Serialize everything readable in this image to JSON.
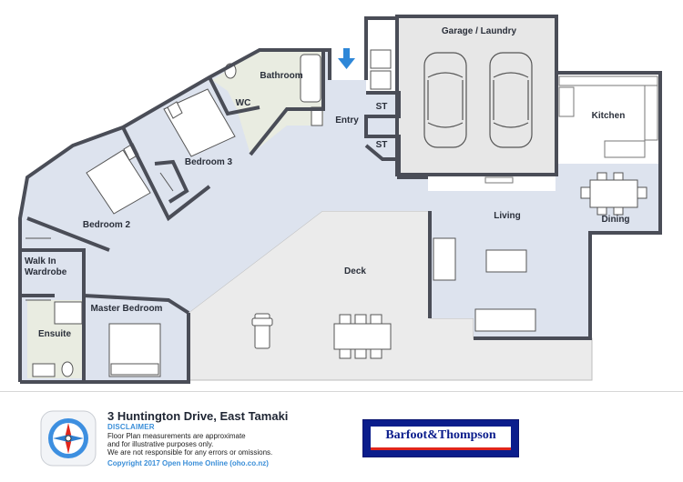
{
  "rooms": {
    "garage_laundry": "Garage / Laundry",
    "bathroom": "Bathroom",
    "wc": "WC",
    "entry": "Entry",
    "st1": "ST",
    "st2": "ST",
    "kitchen": "Kitchen",
    "bedroom3": "Bedroom 3",
    "bedroom2": "Bedroom 2",
    "living": "Living",
    "dining": "Dining",
    "walk_in_wardrobe_line1": "Walk In",
    "walk_in_wardrobe_line2": "Wardrobe",
    "deck": "Deck",
    "master_bedroom": "Master Bedroom",
    "ensuite": "Ensuite"
  },
  "footer": {
    "address": "3 Huntington Drive, East Tamaki",
    "disclaimer_title": "DISCLAIMER",
    "disclaimer_lines": [
      "Floor Plan measurements are approximate",
      "and for illustrative purposes only.",
      "We are not responsible for any errors or omissions."
    ],
    "copyright": "Copyright  2017  Open Home Online (oho.co.nz)",
    "brand": "Barfoot&Thompson"
  },
  "colors": {
    "floor": "#dde3ee",
    "wet_area": "#e9ece1",
    "wall": "#4a4d57",
    "garage": "#e6e6e6",
    "brand_blue": "#0b1d8c",
    "brand_red": "#e1251b",
    "accent_blue": "#3a8ed8"
  },
  "icons": {
    "entry_arrow": "down-arrow-icon",
    "logo": "compass-logo-icon"
  }
}
